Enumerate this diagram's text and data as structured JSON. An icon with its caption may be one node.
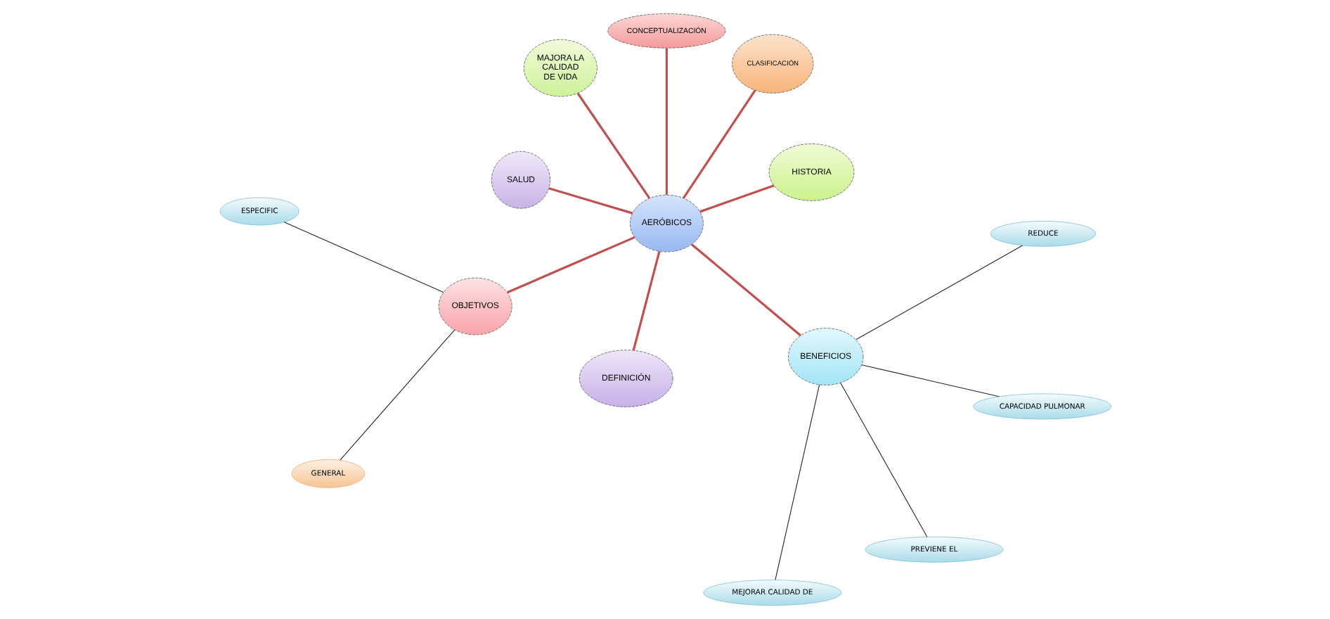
{
  "diagram": {
    "nodes": [
      {
        "text": [
          "AERÓBICOS"
        ]
      },
      {
        "text": [
          "CONCEPTUALIZACIÓN"
        ]
      },
      {
        "text": [
          "HISTORIA"
        ]
      },
      {
        "text": [
          "DEFINICIÓN"
        ]
      },
      {
        "text": [
          "BENEFICIOS"
        ]
      },
      {
        "text": [
          "MEJORAR CALIDAD DE"
        ]
      },
      {
        "text": [
          "PREVIENE EL"
        ]
      },
      {
        "text": [
          "REDUCE"
        ]
      },
      {
        "text": [
          "CAPACIDAD PULMONAR"
        ]
      },
      {
        "text": [
          "CLASIFICACIÓN"
        ]
      },
      {
        "text": [
          "OBJETIVOS"
        ]
      },
      {
        "text": [
          "GENERAL"
        ]
      },
      {
        "text": [
          "ESPECIFIC"
        ]
      },
      {
        "text": [
          "MAJORA LA CALIDAD DE VIDA"
        ]
      },
      {
        "text": [
          "SALUD"
        ]
      }
    ],
    "edges": [
      {
        "from": 0,
        "to": 1,
        "arrow": "none"
      },
      {
        "from": 0,
        "to": 2,
        "arrow": "none"
      },
      {
        "from": 0,
        "to": 3,
        "arrow": "none"
      },
      {
        "from": 0,
        "to": 4,
        "arrow": "none"
      },
      {
        "from": 0,
        "to": 9,
        "arrow": "none"
      },
      {
        "from": 0,
        "to": 10,
        "arrow": "none"
      },
      {
        "from": 0,
        "to": 13,
        "arrow": "none"
      },
      {
        "from": 0,
        "to": 14,
        "arrow": "none"
      },
      {
        "from": 4,
        "to": 5,
        "arrow": "none",
        "color": "#262626"
      },
      {
        "from": 4,
        "to": 6,
        "arrow": "none",
        "color": "#262626"
      },
      {
        "from": 4,
        "to": 7,
        "arrow": "none",
        "color": "#262626"
      },
      {
        "from": 4,
        "to": 8,
        "arrow": "none",
        "color": "#262626"
      },
      {
        "from": 10,
        "to": 11,
        "arrow": "none",
        "color": "#262626"
      },
      {
        "from": 10,
        "to": 12,
        "arrow": "none",
        "color": "#262626"
      }
    ]
  }
}
